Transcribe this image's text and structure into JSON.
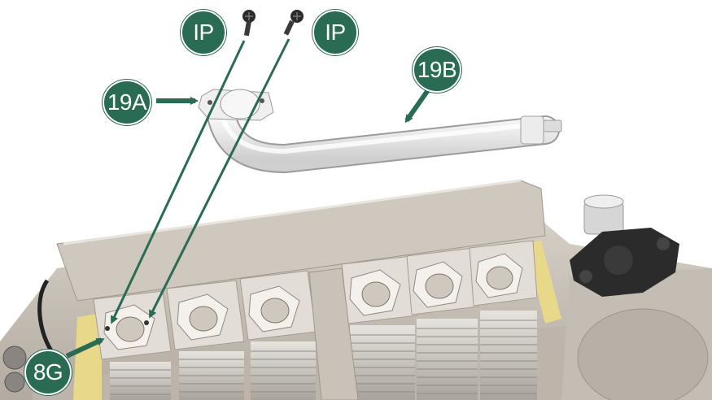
{
  "callouts": {
    "ip_left": "IP",
    "ip_right": "IP",
    "part_19a": "19A",
    "part_19b": "19B",
    "part_8g": "8G"
  },
  "colors": {
    "callout_fill": "#2a6b54",
    "callout_text": "#ffffff",
    "arrow": "#2a6b54",
    "pipe": "#f2f2f2",
    "engine_body": "#c9c2b8",
    "engine_shadow": "#a79f95",
    "yellow_gasket": "#e8d88a",
    "screw": "#2b2b2b"
  },
  "icons": [
    "screw-icon",
    "pipe-19b-part",
    "bracket-19a-part",
    "cylinder-head-part",
    "engine-block-part"
  ]
}
